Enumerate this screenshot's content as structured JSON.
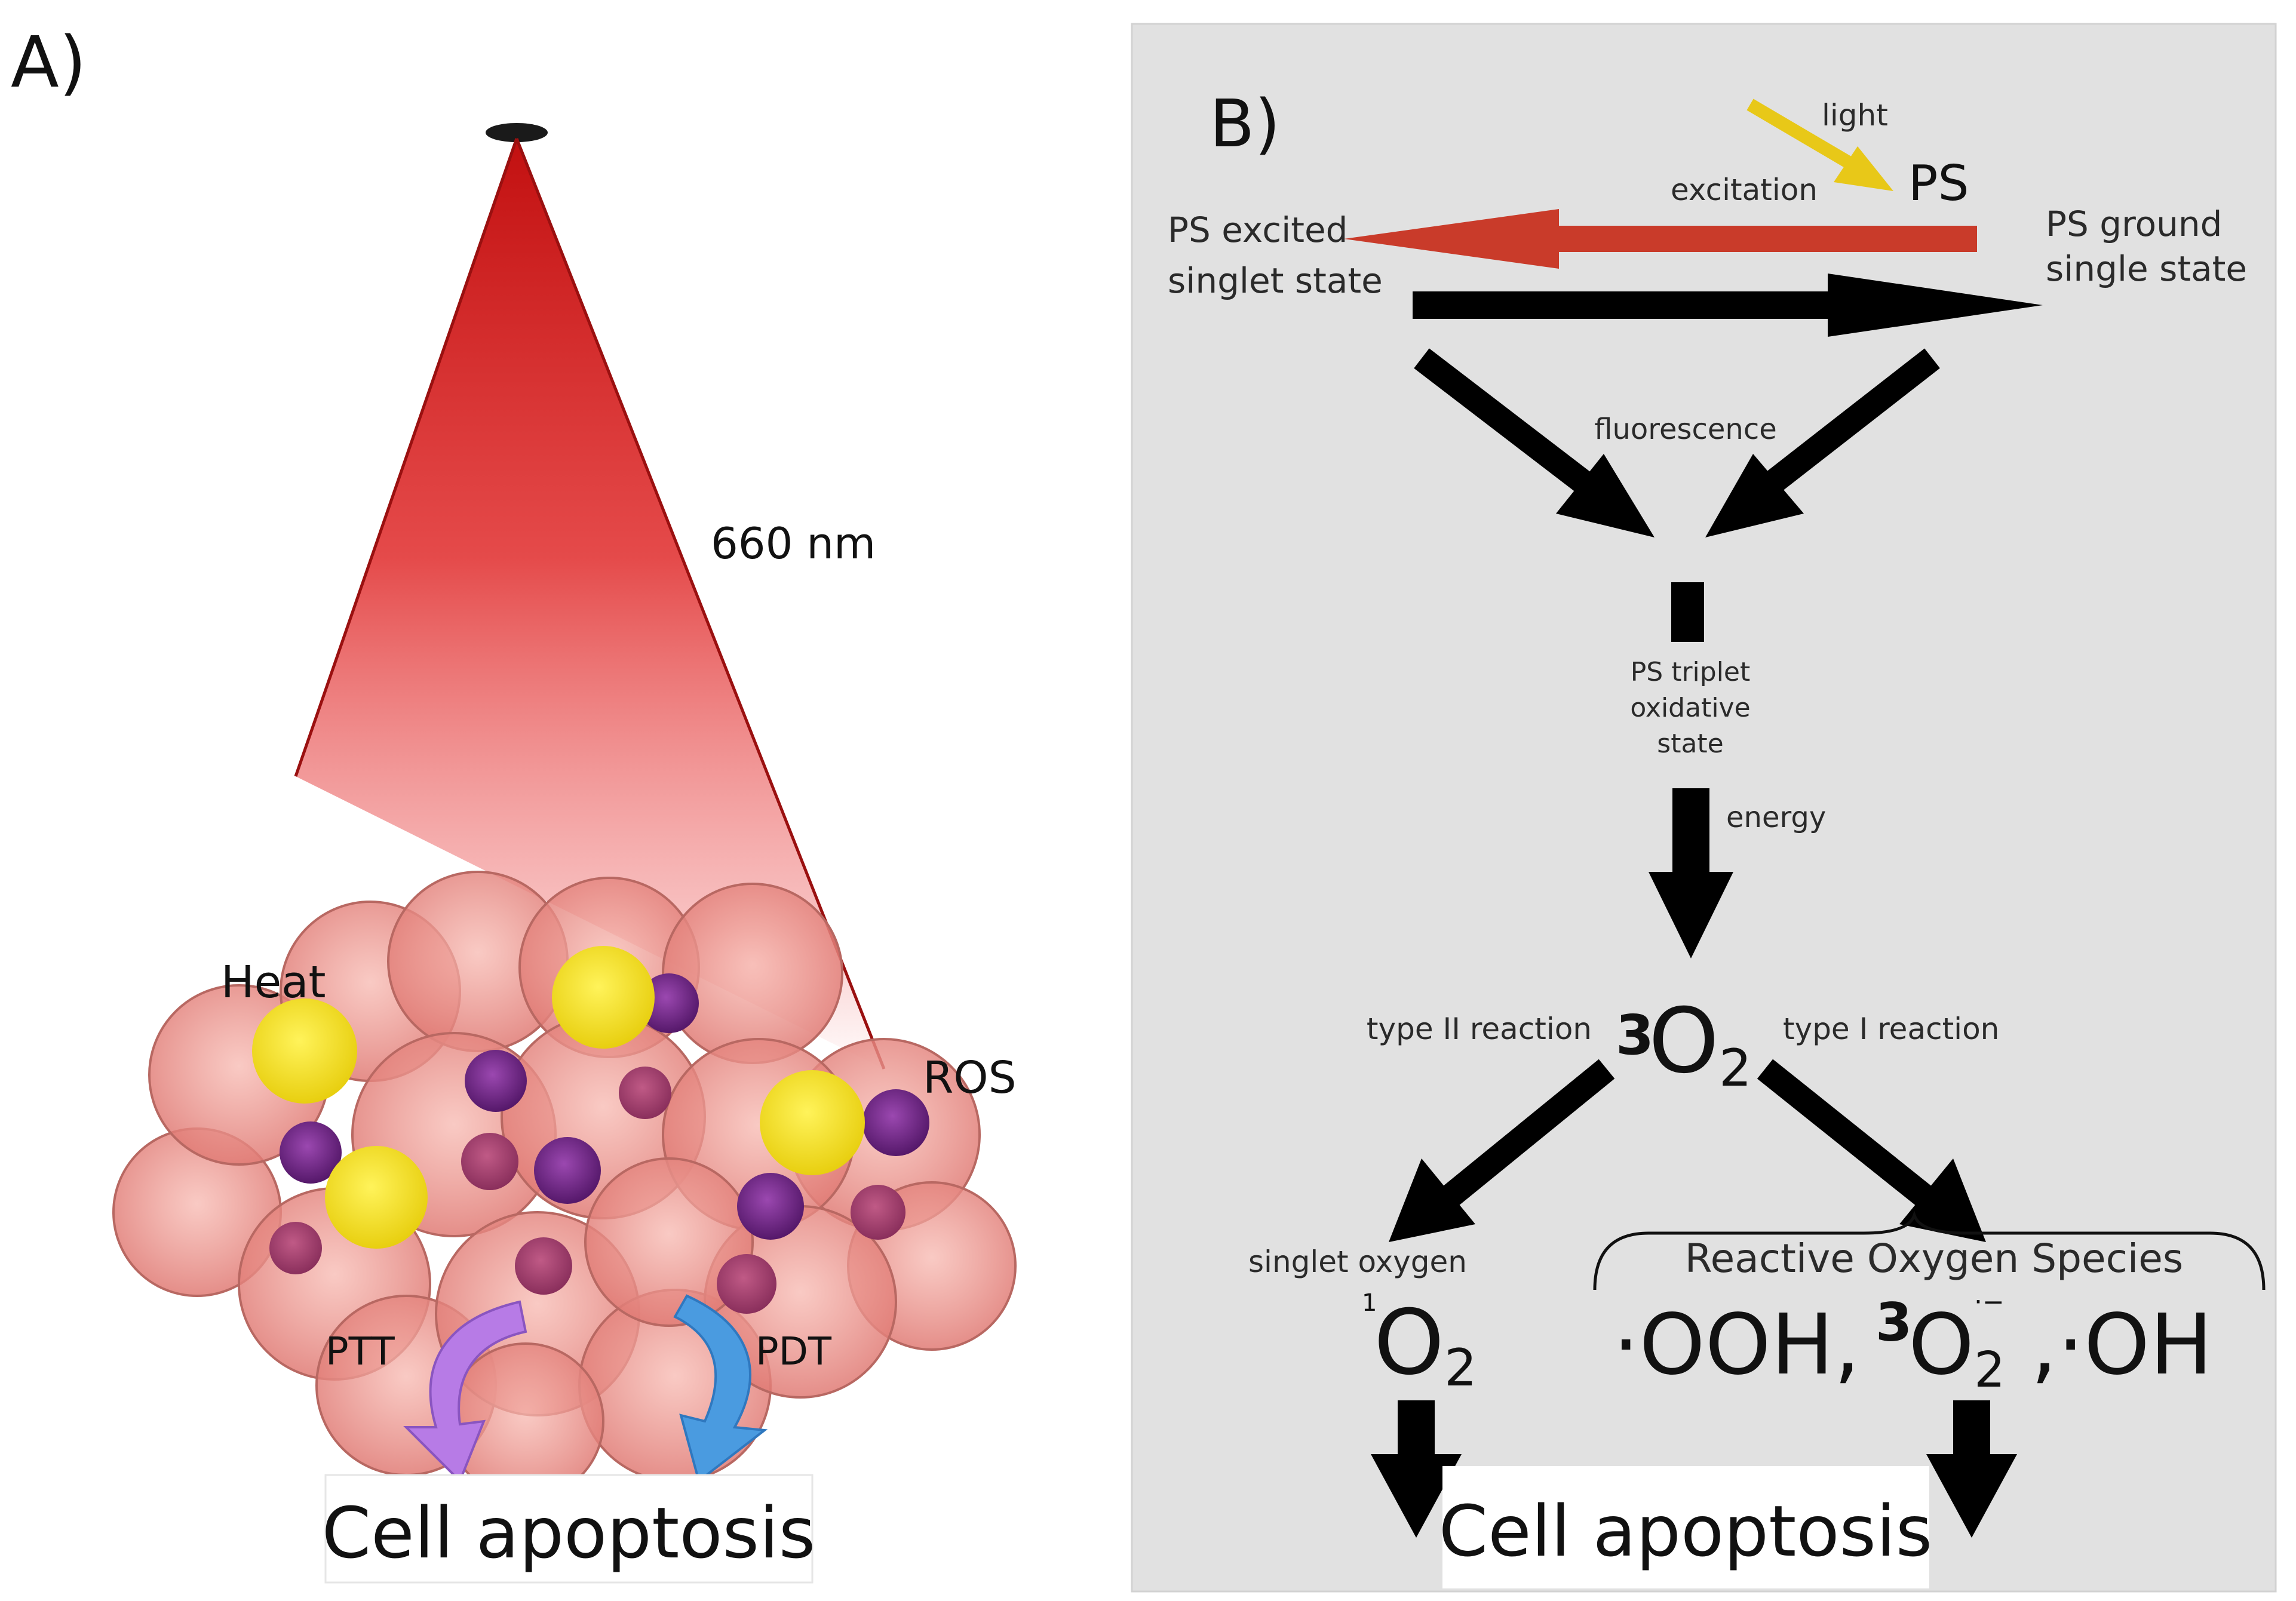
{
  "panel_a": {
    "label": "A)",
    "wavelength": "660 nm",
    "heat": "Heat",
    "ros": "ROS",
    "ptt": "PTT",
    "pdt": "PDT",
    "outcome": "Cell apoptosis"
  },
  "panel_b": {
    "label": "B)",
    "light": "light",
    "ps": "PS",
    "excitation": "excitation",
    "excited_line1": "PS excited",
    "excited_line2": "singlet state",
    "ground_line1": "PS ground",
    "ground_line2": "single state",
    "fluorescence": "fluorescence",
    "triplet_line1": "PS triplet",
    "triplet_line2": "oxidative",
    "triplet_line3": "state",
    "energy": "energy",
    "oxygen_sup": "3",
    "oxygen_base": "O",
    "oxygen_sub": "2",
    "type2": "type II reaction",
    "type1": "type I reaction",
    "singlet_oxygen": "singlet oxygen",
    "singlet_sup": "1",
    "ros_title": "Reactive Oxygen Species",
    "ros_a": "·OOH,",
    "ros_sup": "3",
    "ros_o": "O",
    "ros_sub": "2",
    "ros_charge": "·−",
    "ros_b": ",·OH",
    "outcome": "Cell apoptosis"
  },
  "colors": {
    "beam": "#d42020",
    "cell": "#f2a09a",
    "heat_particle": "#f3e21a",
    "ros_particle": "#7a2a8f",
    "ptt_arrow": "#b77be6",
    "pdt_arrow": "#4a9be0",
    "excitation_arrow": "#c93b2a",
    "light_arrow": "#e8c818",
    "panel_b_bg": "#e1e1e1"
  }
}
